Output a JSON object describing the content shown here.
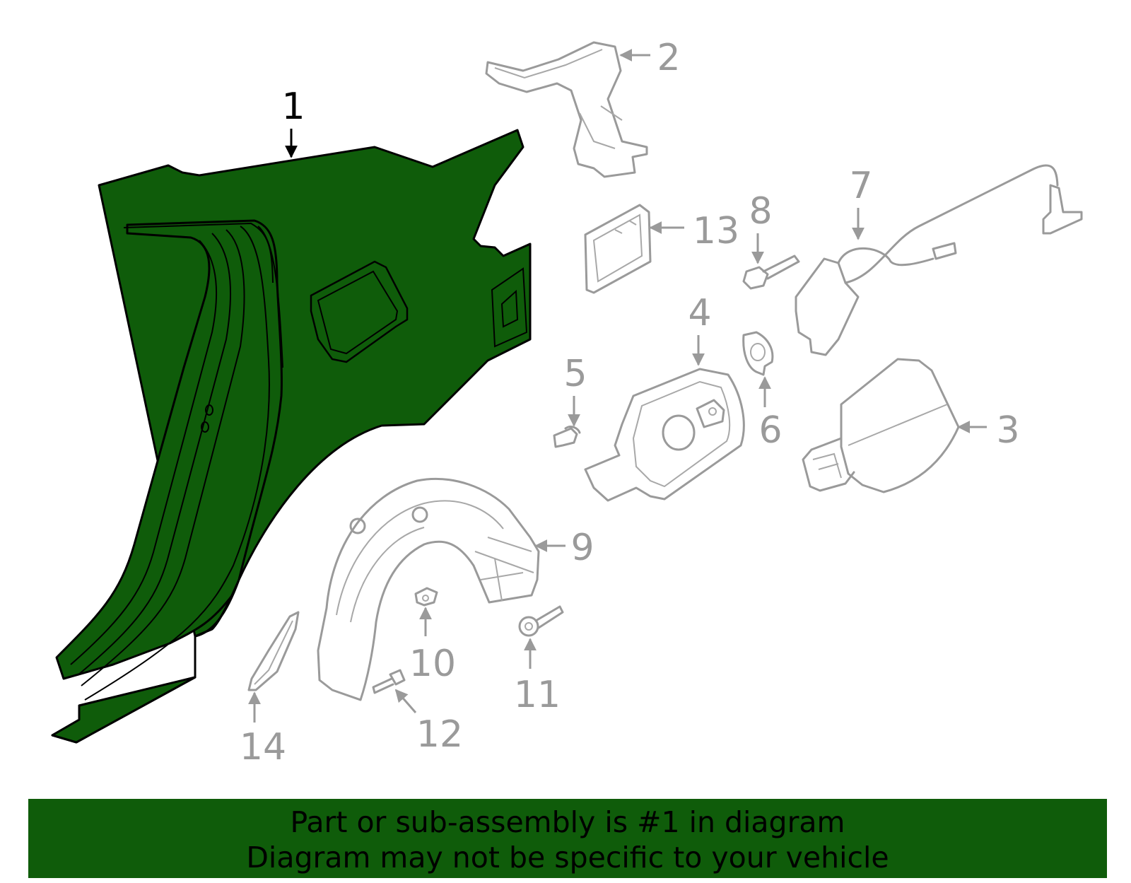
{
  "highlight_color": "#0f5c0a",
  "callouts": {
    "c1": "1",
    "c2": "2",
    "c3": "3",
    "c4": "4",
    "c5": "5",
    "c6": "6",
    "c7": "7",
    "c8": "8",
    "c9": "9",
    "c10": "10",
    "c11": "11",
    "c12": "12",
    "c13": "13",
    "c14": "14"
  },
  "banner": {
    "line1": "Part or sub-assembly is #1 in diagram",
    "line2": "Diagram may not be specific to your vehicle"
  }
}
